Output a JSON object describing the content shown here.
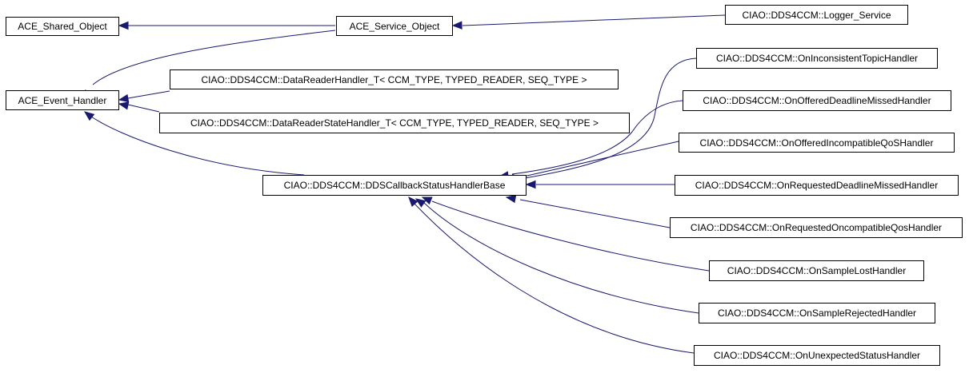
{
  "diagram": {
    "nodes": [
      {
        "id": "ace_shared_object",
        "label": "ACE_Shared_Object"
      },
      {
        "id": "ace_service_object",
        "label": "ACE_Service_Object"
      },
      {
        "id": "logger_service",
        "label": "CIAO::DDS4CCM::Logger_Service"
      },
      {
        "id": "ace_event_handler",
        "label": "ACE_Event_Handler"
      },
      {
        "id": "datareaderhandler",
        "label": "CIAO::DDS4CCM::DataReaderHandler_T< CCM_TYPE, TYPED_READER, SEQ_TYPE >"
      },
      {
        "id": "datareaderstatehandler",
        "label": "CIAO::DDS4CCM::DataReaderStateHandler_T< CCM_TYPE, TYPED_READER, SEQ_TYPE >"
      },
      {
        "id": "ddscallbackbase",
        "label": "CIAO::DDS4CCM::DDSCallbackStatusHandlerBase"
      },
      {
        "id": "oninconsistent",
        "label": "CIAO::DDS4CCM::OnInconsistentTopicHandler"
      },
      {
        "id": "onoffereddeadline",
        "label": "CIAO::DDS4CCM::OnOfferedDeadlineMissedHandler"
      },
      {
        "id": "onofferedincompatible",
        "label": "CIAO::DDS4CCM::OnOfferedIncompatibleQoSHandler"
      },
      {
        "id": "onrequesteddeadline",
        "label": "CIAO::DDS4CCM::OnRequestedDeadlineMissedHandler"
      },
      {
        "id": "onrequestedoncompatible",
        "label": "CIAO::DDS4CCM::OnRequestedOncompatibleQosHandler"
      },
      {
        "id": "onsamplelost",
        "label": "CIAO::DDS4CCM::OnSampleLostHandler"
      },
      {
        "id": "onsamplerejected",
        "label": "CIAO::DDS4CCM::OnSampleRejectedHandler"
      },
      {
        "id": "onunexpected",
        "label": "CIAO::DDS4CCM::OnUnexpectedStatusHandler"
      }
    ],
    "edges": [
      {
        "from": "ace_service_object",
        "to": "ace_shared_object"
      },
      {
        "from": "logger_service",
        "to": "ace_service_object"
      },
      {
        "from": "ace_event_handler",
        "to": "ace_service_object"
      },
      {
        "from": "datareaderhandler",
        "to": "ace_event_handler"
      },
      {
        "from": "datareaderstatehandler",
        "to": "ace_event_handler"
      },
      {
        "from": "ddscallbackbase",
        "to": "ace_event_handler"
      },
      {
        "from": "oninconsistent",
        "to": "ddscallbackbase"
      },
      {
        "from": "onoffereddeadline",
        "to": "ddscallbackbase"
      },
      {
        "from": "onofferedincompatible",
        "to": "ddscallbackbase"
      },
      {
        "from": "onrequesteddeadline",
        "to": "ddscallbackbase"
      },
      {
        "from": "onrequestedoncompatible",
        "to": "ddscallbackbase"
      },
      {
        "from": "onsamplelost",
        "to": "ddscallbackbase"
      },
      {
        "from": "onsamplerejected",
        "to": "ddscallbackbase"
      },
      {
        "from": "onunexpected",
        "to": "ddscallbackbase"
      }
    ],
    "colors": {
      "edge": "#191970",
      "node_border": "#000000",
      "node_fill": "#ffffff",
      "text": "#000000"
    }
  }
}
